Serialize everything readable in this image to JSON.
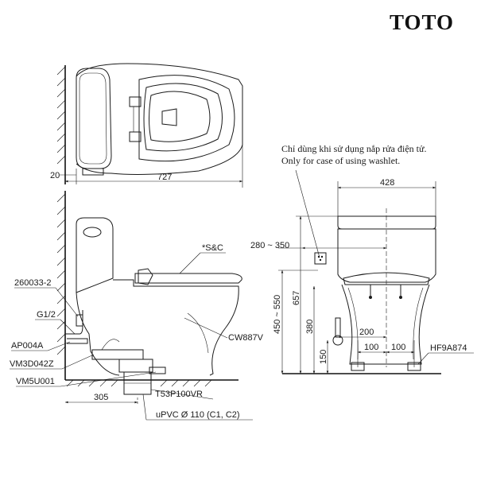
{
  "brand": {
    "logo": "TOTO"
  },
  "note": {
    "line1": "Chỉ dùng khi sử dụng nắp rửa điện tử.",
    "line2": "Only for case of using washlet."
  },
  "top_view": {
    "dim_depth": "727",
    "dim_wall": "20"
  },
  "side_view": {
    "parts": {
      "fill_valve": "260033-2",
      "supply_thread": "G1/2",
      "stop_valve": "AP004A",
      "flange": "VM3D042Z",
      "bolt": "VM5U001",
      "seat": "*S&C",
      "bowl": "CW887V",
      "drain_pipe": "T53P100VR",
      "pipe_spec": "uPVC Ø 110 (C1, C2)"
    },
    "dim_rough_in": "305"
  },
  "front_view": {
    "dim_width": "428",
    "dim_outlet_offset": "280 ~ 350",
    "dim_total_height": "657",
    "dim_outlet_height": "450 ~ 550",
    "dim_supply_height": "380",
    "dim_floor": "150",
    "dim_supply_offset": "200",
    "dim_bolt_left": "100",
    "dim_bolt_right": "100",
    "bolt_kit": "HF9A874"
  }
}
